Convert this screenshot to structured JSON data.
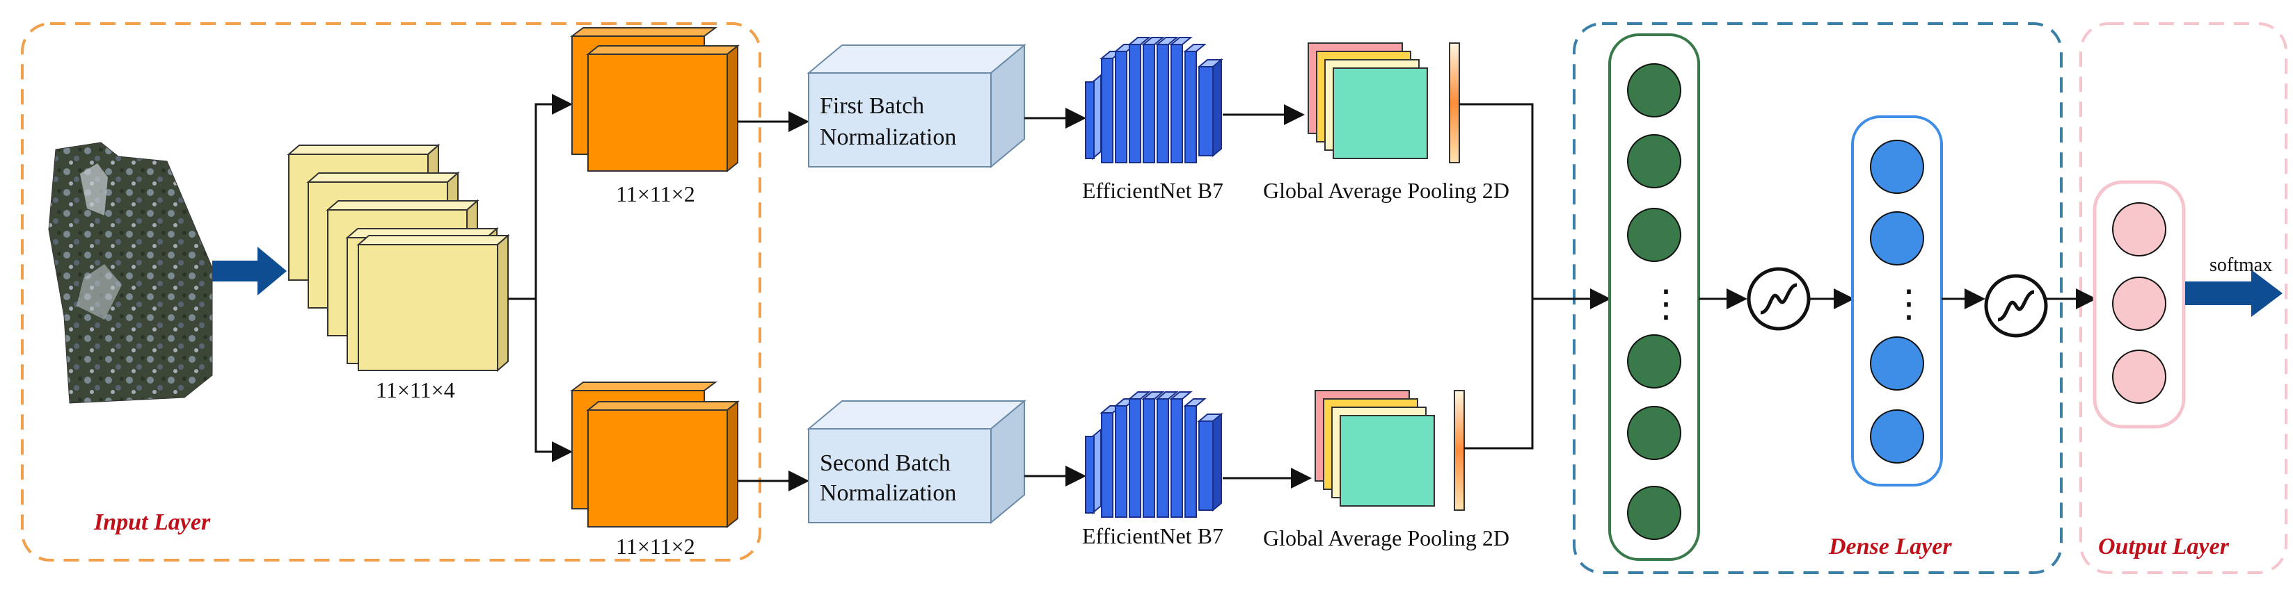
{
  "sections": {
    "input": "Input Layer",
    "dense": "Dense Layer",
    "output": "Output Layer"
  },
  "labels": {
    "input_dim": "11×11×4",
    "split_top_dim": "11×11×2",
    "split_bottom_dim": "11×11×2",
    "bn_top_line1": "First Batch",
    "bn_top_line2": "Normalization",
    "bn_bottom_line1": "Second Batch",
    "bn_bottom_line2": "Normalization",
    "effnet_top": "EfficientNet B7",
    "effnet_bottom": "EfficientNet B7",
    "gap_top": "Global Average Pooling 2D",
    "gap_bottom": "Global Average Pooling 2D",
    "softmax": "softmax",
    "dense1_ellipsis": "⋮",
    "dense2_ellipsis": "⋮"
  },
  "colors": {
    "input_border": "#f0a04a",
    "dense_border": "#3a7fa8",
    "output_border": "#f6c4cc",
    "section_title": "#c0101a",
    "arrow_blue": "#0f4d92",
    "tensor_yellow": "#f5e79a",
    "tensor_orange": "#ff9100",
    "bn_box": "#d7e6f6",
    "effnet_blue": "#3466e8",
    "gap_teal": "#6fe0c0",
    "node_green": "#3a7a4a",
    "node_blue": "#3e8ee8",
    "node_pink": "#f8c7cc"
  }
}
